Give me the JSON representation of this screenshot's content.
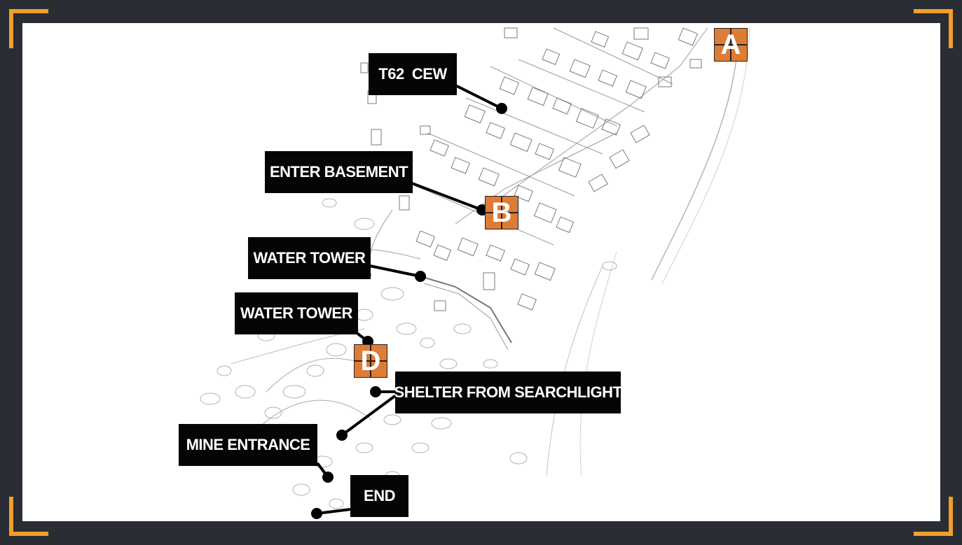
{
  "map": {
    "labels": [
      {
        "id": "t62-cew",
        "text": "T62  CEW"
      },
      {
        "id": "enter-basement",
        "text": "ENTER BASEMENT"
      },
      {
        "id": "water-tower-1",
        "text": "WATER TOWER"
      },
      {
        "id": "water-tower-2",
        "text": "WATER TOWER"
      },
      {
        "id": "shelter",
        "text": "SHELTER FROM SEARCHLIGHT"
      },
      {
        "id": "mine-entrance",
        "text": "MINE ENTRANCE"
      },
      {
        "id": "end",
        "text": "END"
      }
    ],
    "markers": [
      {
        "id": "a",
        "letter": "A"
      },
      {
        "id": "b",
        "letter": "B"
      },
      {
        "id": "d",
        "letter": "D"
      }
    ]
  },
  "colors": {
    "frame": "#2a2d33",
    "corner_accent": "#f0a02a",
    "marker_fill": "#dd7c35",
    "label_bg": "#050505",
    "label_text": "#ffffff"
  }
}
